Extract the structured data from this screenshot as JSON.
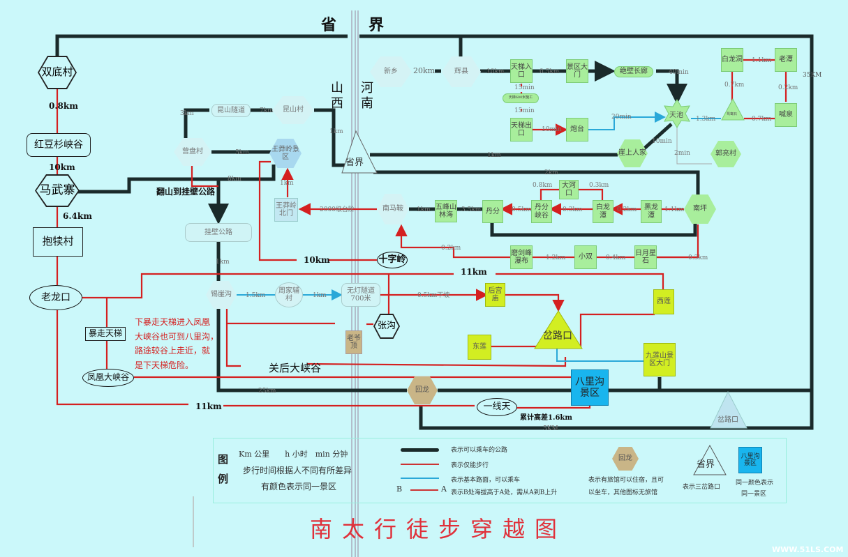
{
  "header": {
    "border_left": "省",
    "border_right": "界",
    "shanxi": "山西",
    "henan": "河南"
  },
  "nodes": {
    "shuangdi": "双底村",
    "hongdoushan": "红豆杉峡谷",
    "mawuzhai": "马武寨",
    "baodu": "抱犊村",
    "laolongkou": "老龙口",
    "baozou": "暴走天梯",
    "fenghuang": "凤凰大峡谷",
    "kunshan_tunnel": "昆山隧道",
    "kunshan_village": "昆山村",
    "yingpan": "营盘村",
    "wangmang": "王莽岭景区",
    "wangmang_north": "王莽岭北门",
    "guabi": "挂壁公路",
    "xiya": "锡崖沟",
    "zhoujia": "周家辅村",
    "wudeng": "无灯隧道700米",
    "shiziling": "十字岭",
    "zhanggou": "张沟",
    "laoye": "老爷顶",
    "huilong": "回龙",
    "yixiantian": "一线天",
    "baligou": "八里沟景区",
    "xinxiang": "新乡",
    "huixian": "辉县",
    "tianti_in": "天梯入口",
    "jingqu_gate": "景区大门",
    "juebi": "绝壁长廊",
    "tianti_mid": "天梯600米施工",
    "tianti_out": "天梯出口",
    "paotai": "炮台",
    "tianchi": "天池",
    "yashang": "崖上人家",
    "guoliang": "郭亮村",
    "shengjie": "省界",
    "bailongdong": "白龙洞",
    "laotan": "老潭",
    "hanquan": "喊泉",
    "yuanyang": "鸳鸯石",
    "nanmaan": "南马鞍",
    "wufeng": "五峰山林海",
    "danfen": "丹分",
    "danfen_gorge": "丹分峡谷",
    "dahekou": "大河口",
    "bailongtan": "白龙潭",
    "heilongtan": "黑龙潭",
    "nanping": "南坪",
    "mojian": "磨剑峰瀑布",
    "xiaoshuang": "小双",
    "riyue": "日月星石",
    "hougong": "后宫庙",
    "xilian": "西莲",
    "donglian": "东莲",
    "chalukou": "岔路口",
    "jiulian": "九莲山景区大门",
    "chalukou2": "岔路口"
  },
  "labels": {
    "d08": "0.8km",
    "d10": "10km",
    "d64": "6.4km",
    "fanshan": "翻山到挂壁公路",
    "d3k": "3km",
    "d7k": "7km",
    "d5k": "5km",
    "d8k": "8km",
    "d1k_wm": "1km",
    "d1k_gb": "1km",
    "d1k_ks": "1km",
    "d10k_b": "10km",
    "d11k": "11km",
    "d11k_b": "11km",
    "d25k": "25km",
    "d5km": "5KM",
    "d35km": "35KM",
    "gaocha": "累计高差1.6km",
    "guanhou": "关后大峡谷",
    "d15": "1.5km",
    "d1kz": "1km",
    "d05xia": "0.5km下坡",
    "d20": "20km",
    "d10x": "10km",
    "d05": "0.5km",
    "m40": "40min",
    "m15a": "15min",
    "m15b": "15min",
    "m10": "10min",
    "m20": "20min",
    "m10b": "10min",
    "m2": "2min",
    "d13": "1.3km",
    "d11l": "1.1km",
    "d07a": "0.7km",
    "d02": "0.2km",
    "d07b": "0.7km",
    "d1kp": "1km",
    "d2k": "2km",
    "stairs": "2000级台阶",
    "d1km": "1km",
    "d35": "3.5km",
    "d05d": "0.5km",
    "d03a": "0.3km",
    "d02b": "0.2km",
    "d11n": "1.1km",
    "d08h": "0.8km",
    "d03h": "0.3km",
    "d02m": "0.2km",
    "d12": "1.2km",
    "d04": "0.4km",
    "d03r": "0.3km",
    "note": [
      "下暴走天梯进入凤凰",
      "大峡谷也可到八里沟，",
      "路途较谷上走近，就",
      "是下天梯危险。"
    ]
  },
  "legend": {
    "title": [
      "图",
      "例"
    ],
    "units": "Km 公里　　h 小时　min 分钟",
    "note1": "步行时间根据人不同有所差异",
    "note2": "有颜色表示同一景区",
    "road": "表示可以乘车的公路",
    "walk": "表示仅能步行",
    "basic": "表示基本路面，可以乘车",
    "arrow_b": "B",
    "arrow_a": "A",
    "arrow": "表示B处海拔高于A处，需从A到B上升",
    "hotel_icon": "回龙",
    "hotel1": "表示有旅馆可以住宿，且可",
    "hotel2": "以坐车，其他图标无旅馆",
    "tri_icon": "省界",
    "tri": "表示三岔路口",
    "same_icon": "八里沟景区",
    "same1": "同一颜色表示",
    "same2": "同一景区"
  },
  "footer": {
    "title": "南太行徒步穿越图",
    "watermark": "WWW.51LS.COM"
  },
  "colors": {
    "road": "#1a2a2a",
    "walk": "#d42020",
    "basic": "#2aa8d8",
    "background": "#cbf8fa"
  }
}
